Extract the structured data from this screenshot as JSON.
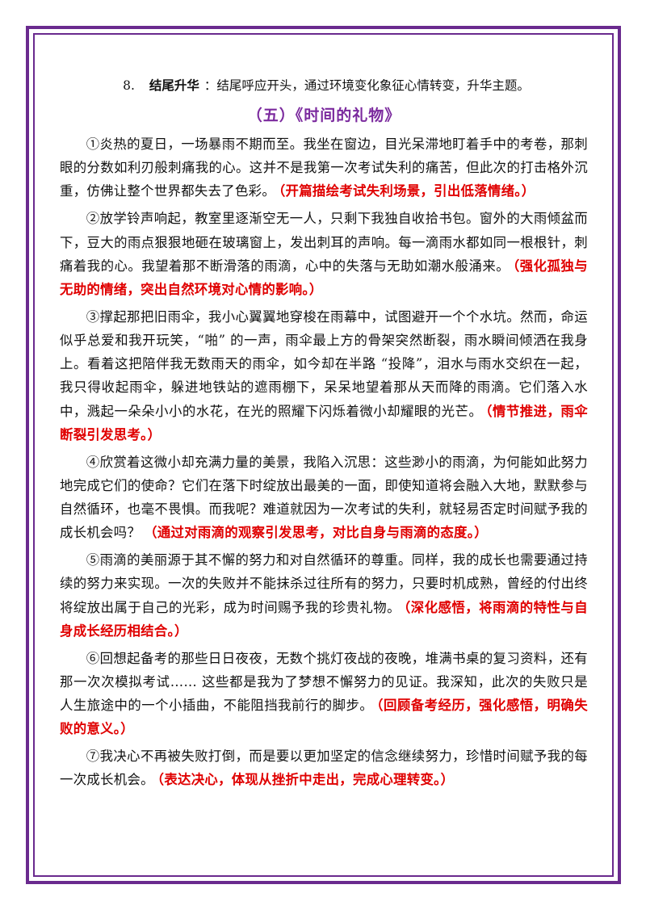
{
  "summary": {
    "number": "8.",
    "keyword": "结尾升华",
    "text": "：结尾呼应开头，通过环境变化象征心情转变，升华主题。"
  },
  "essay": {
    "title": "（五）《时间的礼物》",
    "paragraphs": [
      {
        "text": "①炎热的夏日，一场暴雨不期而至。我坐在窗边，目光呆滞地盯着手中的考卷，那刺眼的分数如利刃般刺痛我的心。这并不是我第一次考试失利的痛苦，但此次的打击格外沉重，仿佛让整个世界都失去了色彩。",
        "note": "（开篇描绘考试失利场景，引出低落情绪。）"
      },
      {
        "text": "②放学铃声响起，教室里逐渐空无一人，只剩下我独自收拾书包。窗外的大雨倾盆而下，豆大的雨点狠狠地砸在玻璃窗上，发出刺耳的声响。每一滴雨水都如同一根根针，刺痛着我的心。我望着那不断滑落的雨滴，心中的失落与无助如潮水般涌来。",
        "note": "（强化孤独与无助的情绪，突出自然环境对心情的影响。）"
      },
      {
        "text": "③撑起那把旧雨伞，我小心翼翼地穿梭在雨幕中，试图避开一个个水坑。然而，命运似乎总爱和我开玩笑，“啪” 的一声，雨伞最上方的骨架突然断裂，雨水瞬间倾洒在我身上。看着这把陪伴我无数雨天的雨伞，如今却在半路 “投降”，泪水与雨水交织在一起，我只得收起雨伞，躲进地铁站的遮雨棚下，呆呆地望着那从天而降的雨滴。它们落入水中，溅起一朵朵小小的水花，在光的照耀下闪烁着微小却耀眼的光芒。",
        "note": "（情节推进，雨伞断裂引发思考。）"
      },
      {
        "text": "④欣赏着这微小却充满力量的美景，我陷入沉思：这些渺小的雨滴，为何能如此努力地完成它们的使命？它们在落下时绽放出最美的一面，即使知道将会融入大地，默默参与自然循环，也毫不畏惧。而我呢？难道就因为一次考试的失利，就轻易否定时间赋予我的成长机会吗？",
        "note": "（通过对雨滴的观察引发思考，对比自身与雨滴的态度。）"
      },
      {
        "text": "⑤雨滴的美丽源于其不懈的努力和对自然循环的尊重。同样，我的成长也需要通过持续的努力来实现。一次的失败并不能抹杀过往所有的努力，只要时机成熟，曾经的付出终将绽放出属于自己的光彩，成为时间赐予我的珍贵礼物。",
        "note": "（深化感悟，将雨滴的特性与自身成长经历相结合。）"
      },
      {
        "text": "⑥回想起备考的那些日日夜夜，无数个挑灯夜战的夜晚，堆满书桌的复习资料，还有那一次次模拟考试…… 这些都是我为了梦想不懈努力的见证。我深知，此次的失败只是人生旅途中的一个小插曲，不能阻挡我前行的脚步。",
        "note": "（回顾备考经历，强化感悟，明确失败的意义。）"
      },
      {
        "text": "⑦我决心不再被失败打倒，而是要以更加坚定的信念继续努力，珍惜时间赋予我的每一次成长机会。",
        "note": "（表达决心，体现从挫折中走出，完成心理转变。）"
      }
    ]
  },
  "colors": {
    "border": "#6a2a8e",
    "title": "#7b2a9e",
    "note": "#e00000"
  }
}
